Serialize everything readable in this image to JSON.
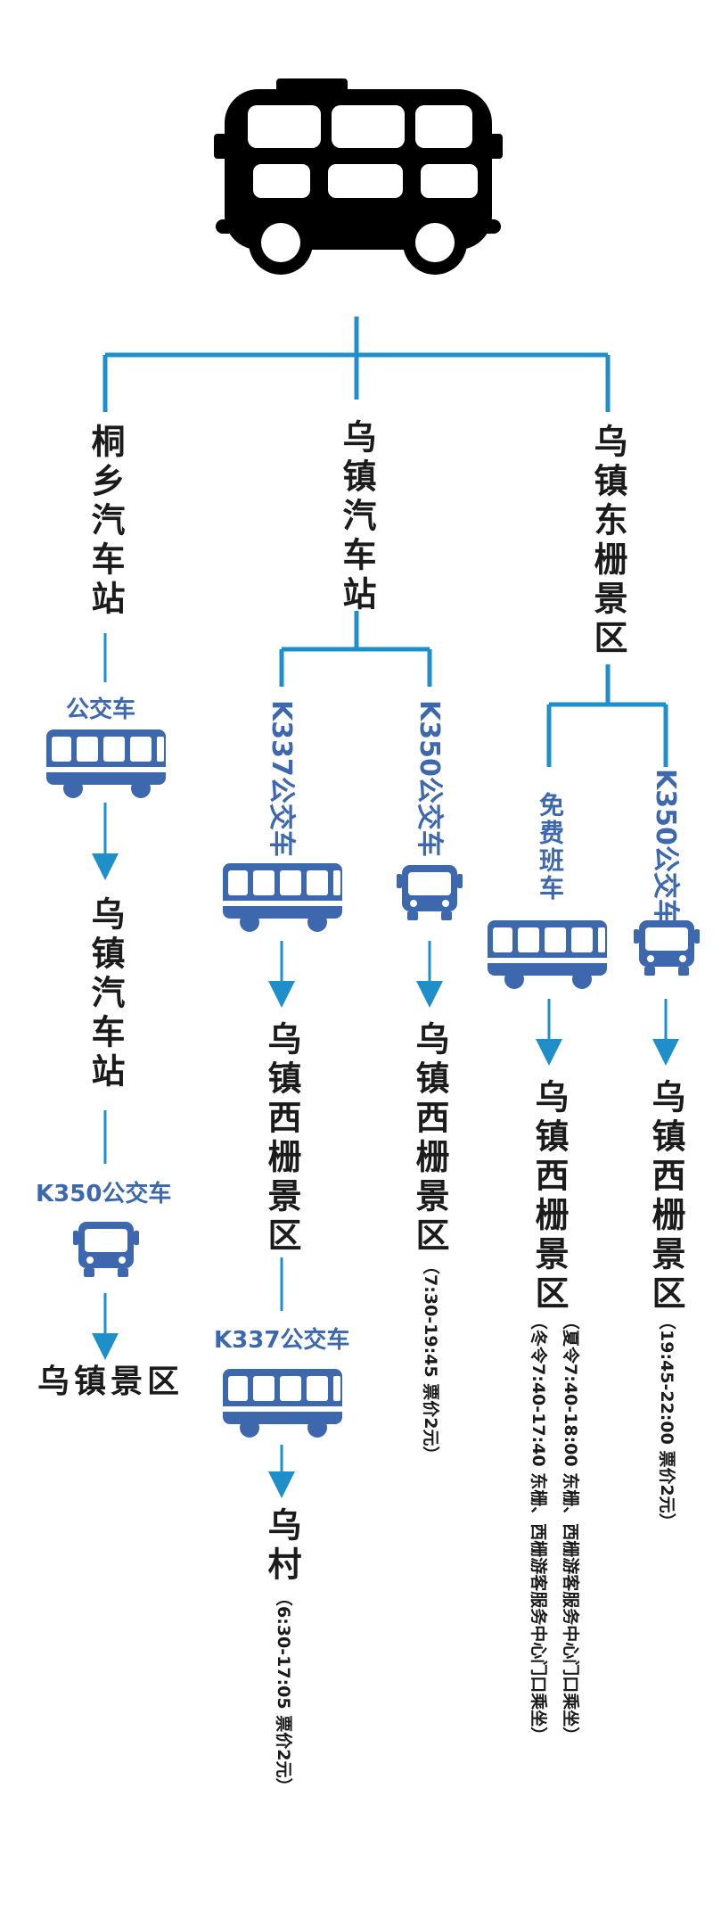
{
  "branches": [
    {
      "origin": "桐乡汽车站",
      "steps": [
        {
          "route": "公交车",
          "to": "乌镇汽车站"
        },
        {
          "route": "K350公交车",
          "to": "乌镇景区"
        }
      ]
    },
    {
      "origin": "乌镇汽车站",
      "options": [
        {
          "route": "K337公交车",
          "to": "乌镇西栅景区",
          "next": {
            "route": "K337公交车",
            "to": "乌村",
            "note": "（6:30-17:05  票价2元）"
          }
        },
        {
          "route": "K350公交车",
          "to": "乌镇西栅景区",
          "note": "（7:30-19:45  票价2元）"
        }
      ]
    },
    {
      "origin": "乌镇东栅景区",
      "options": [
        {
          "route": "免费班车",
          "to": "乌镇西栅景区",
          "notes": [
            "（夏令7:40-18:00  东栅、西栅游客服务中心门口乘坐）",
            "（冬令7:40-17:40  东栅、西栅游客服务中心门口乘坐）"
          ]
        },
        {
          "route": "K350公交车",
          "to": "乌镇西栅景区",
          "note": "（19:45-22:00  票价2元）"
        }
      ]
    }
  ],
  "icons": [
    "double-decker-bus-icon",
    "bus-side-icon",
    "bus-front-icon",
    "arrow-down-icon"
  ],
  "colors": {
    "line": "#1f8fca",
    "bus_blue": "#3d68ad",
    "text": "#1b1b1b",
    "header_bus": "#000000"
  }
}
